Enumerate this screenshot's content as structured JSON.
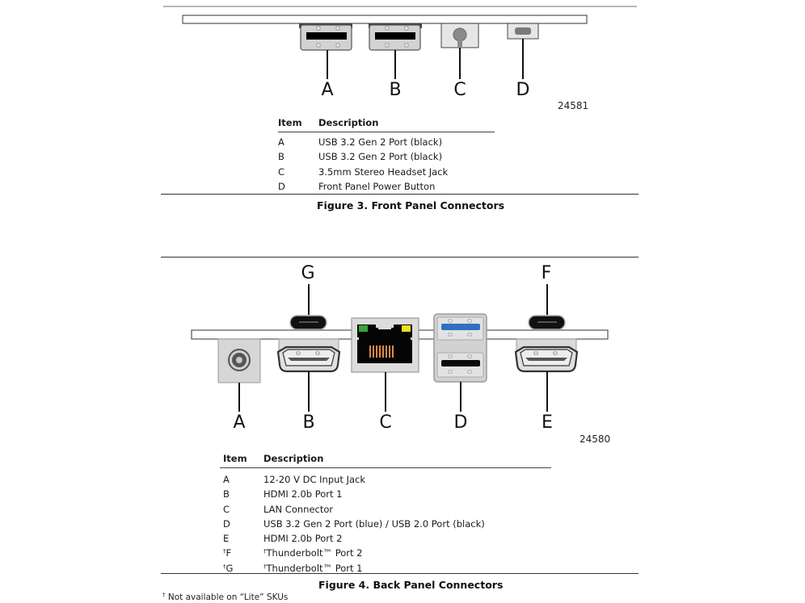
{
  "figure3": {
    "image_id_label": "24581",
    "callout_letters": [
      "A",
      "B",
      "C",
      "D"
    ],
    "table": {
      "headers": [
        "Item",
        "Description"
      ],
      "rows": [
        {
          "item": "A",
          "description": "USB 3.2 Gen 2 Port (black)"
        },
        {
          "item": "B",
          "description": "USB 3.2 Gen 2 Port (black)"
        },
        {
          "item": "C",
          "description": "3.5mm Stereo Headset Jack"
        },
        {
          "item": "D",
          "description": "Front Panel Power Button"
        }
      ]
    },
    "caption": "Figure 3.  Front Panel Connectors"
  },
  "figure4": {
    "image_id_label": "24580",
    "callout_letters_bottom": [
      "A",
      "B",
      "C",
      "D",
      "E"
    ],
    "callout_letters_top": [
      "G",
      "F"
    ],
    "table": {
      "headers": [
        "Item",
        "Description"
      ],
      "rows": [
        {
          "mark": "",
          "item": "A",
          "dmark": "",
          "description": "12-20 V DC Input Jack"
        },
        {
          "mark": "",
          "item": "B",
          "dmark": "",
          "description": "HDMI 2.0b Port 1"
        },
        {
          "mark": "",
          "item": "C",
          "dmark": "",
          "description": "LAN Connector"
        },
        {
          "mark": "",
          "item": "D",
          "dmark": "",
          "description": "USB 3.2 Gen 2 Port (blue) / USB 2.0 Port (black)"
        },
        {
          "mark": "",
          "item": "E",
          "dmark": "",
          "description": "HDMI 2.0b Port 2"
        },
        {
          "mark": "†",
          "item": "F",
          "dmark": "†",
          "description": "Thunderbolt™ Port 2"
        },
        {
          "mark": "†",
          "item": "G",
          "dmark": "†",
          "description": "Thunderbolt™ Port 1"
        }
      ]
    },
    "caption": "Figure 4.  Back Panel Connectors",
    "footnote_mark": "†",
    "footnote": " Not available on “Lite” SKUs"
  },
  "colors": {
    "usb3_blue": "#2f6fc4",
    "lan_led_green": "#3aa335",
    "lan_led_yellow": "#e8e020",
    "lan_pins": "#d98a4a"
  }
}
